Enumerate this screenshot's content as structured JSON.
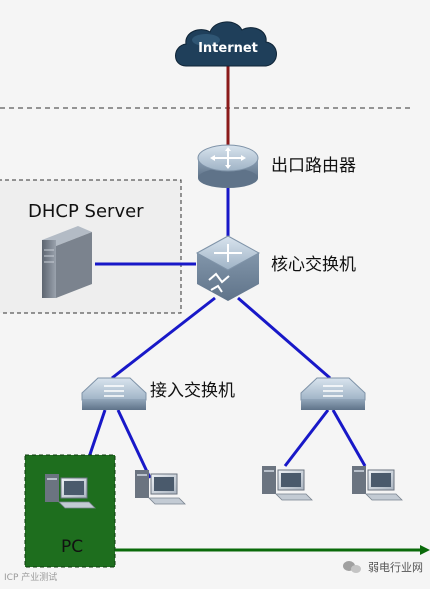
{
  "nodes": {
    "internet": "Internet",
    "router": "出口路由器",
    "dhcp": "DHCP Server",
    "core_switch": "核心交换机",
    "access_switch": "接入交换机",
    "pc": "PC"
  },
  "watermark": {
    "left": "ICP 产业测试",
    "right": "弱电行业网"
  },
  "colors": {
    "wan_link": "#8b1a1a",
    "lan_link": "#1818c8",
    "pc_highlight": "#1e6e1e",
    "pc_arrow": "#0a6a0a"
  }
}
